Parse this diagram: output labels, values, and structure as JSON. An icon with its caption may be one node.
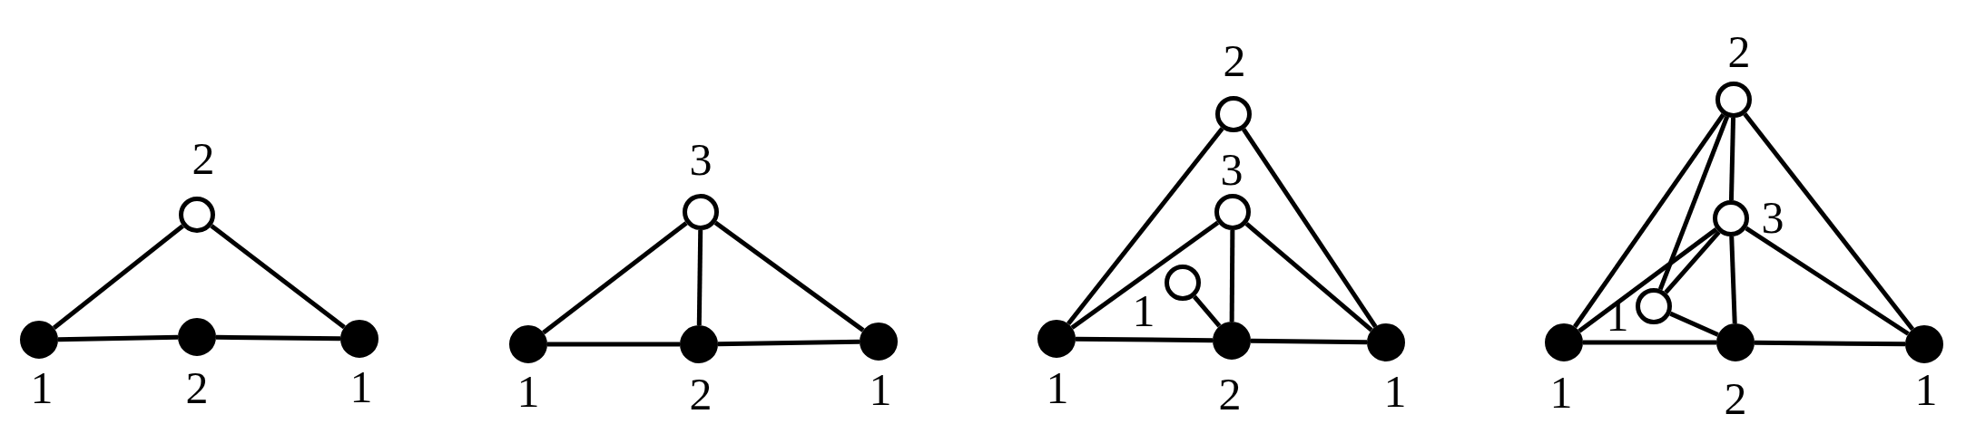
{
  "diagram": {
    "nodes": [
      {
        "text": [],
        "shape": "circle",
        "beside": [
          "2"
        ]
      },
      {
        "text": [],
        "shape": "dot",
        "beside": [
          "1"
        ]
      },
      {
        "text": [],
        "shape": "dot",
        "beside": [
          "2"
        ]
      },
      {
        "text": [],
        "shape": "dot",
        "beside": [
          "1"
        ]
      },
      {
        "text": [],
        "shape": "circle",
        "beside": [
          "3"
        ]
      },
      {
        "text": [],
        "shape": "dot",
        "beside": [
          "1"
        ]
      },
      {
        "text": [],
        "shape": "dot",
        "beside": [
          "2"
        ]
      },
      {
        "text": [],
        "shape": "dot",
        "beside": [
          "1"
        ]
      },
      {
        "text": [],
        "shape": "circle",
        "beside": [
          "2"
        ]
      },
      {
        "text": [],
        "shape": "circle",
        "beside": [
          "3"
        ]
      },
      {
        "text": [],
        "shape": "circle",
        "beside": [
          "1"
        ]
      },
      {
        "text": [],
        "shape": "dot",
        "beside": [
          "1"
        ]
      },
      {
        "text": [],
        "shape": "dot",
        "beside": [
          "2"
        ]
      },
      {
        "text": [],
        "shape": "dot",
        "beside": [
          "1"
        ]
      },
      {
        "text": [],
        "shape": "circle",
        "beside": [
          "2"
        ]
      },
      {
        "text": [],
        "shape": "circle",
        "beside": [
          "3"
        ]
      },
      {
        "text": [],
        "shape": "circle",
        "beside": [
          "1"
        ]
      },
      {
        "text": [],
        "shape": "dot",
        "beside": [
          "1"
        ]
      },
      {
        "text": [],
        "shape": "dot",
        "beside": [
          "2"
        ]
      },
      {
        "text": [],
        "shape": "dot",
        "beside": [
          "1"
        ]
      }
    ],
    "edges": [
      {
        "from": 0,
        "to": 1,
        "arrow": "none"
      },
      {
        "from": 0,
        "to": 3,
        "arrow": "none"
      },
      {
        "from": 1,
        "to": 2,
        "arrow": "none"
      },
      {
        "from": 2,
        "to": 3,
        "arrow": "none"
      },
      {
        "from": 4,
        "to": 5,
        "arrow": "none"
      },
      {
        "from": 4,
        "to": 6,
        "arrow": "none"
      },
      {
        "from": 4,
        "to": 7,
        "arrow": "none"
      },
      {
        "from": 5,
        "to": 6,
        "arrow": "none"
      },
      {
        "from": 6,
        "to": 7,
        "arrow": "none"
      },
      {
        "from": 8,
        "to": 11,
        "arrow": "none"
      },
      {
        "from": 8,
        "to": 13,
        "arrow": "none"
      },
      {
        "from": 9,
        "to": 11,
        "arrow": "none"
      },
      {
        "from": 9,
        "to": 13,
        "arrow": "none"
      },
      {
        "from": 9,
        "to": 12,
        "arrow": "none"
      },
      {
        "from": 10,
        "to": 12,
        "arrow": "none"
      },
      {
        "from": 11,
        "to": 12,
        "arrow": "none"
      },
      {
        "from": 12,
        "to": 13,
        "arrow": "none"
      },
      {
        "from": 14,
        "to": 17,
        "arrow": "none"
      },
      {
        "from": 14,
        "to": 19,
        "arrow": "none"
      },
      {
        "from": 14,
        "to": 15,
        "arrow": "none"
      },
      {
        "from": 14,
        "to": 16,
        "arrow": "none"
      },
      {
        "from": 15,
        "to": 17,
        "arrow": "none"
      },
      {
        "from": 15,
        "to": 16,
        "arrow": "none"
      },
      {
        "from": 15,
        "to": 18,
        "arrow": "none"
      },
      {
        "from": 16,
        "to": 18,
        "arrow": "none"
      },
      {
        "from": 15,
        "to": 19,
        "arrow": "none"
      },
      {
        "from": 17,
        "to": 18,
        "arrow": "none"
      },
      {
        "from": 18,
        "to": 19,
        "arrow": "none"
      }
    ]
  }
}
